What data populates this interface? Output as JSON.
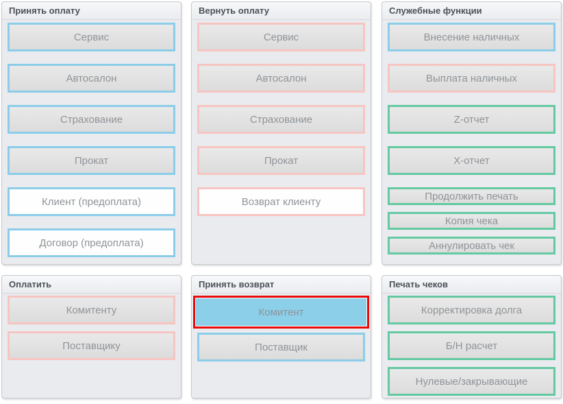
{
  "colors": {
    "blue_border": "#8bcde8",
    "pink_border": "#f7c5c1",
    "green_border": "#63c9a1",
    "red_highlight": "#ea0a0a",
    "blue_fill": "#8bcfe9",
    "panel_bg": "#e9ebee",
    "button_text": "#8f9397",
    "header_text": "#4b5157"
  },
  "panels": [
    {
      "id": "accept-payment",
      "title": "Принять оплату",
      "buttons": [
        {
          "label": "Сервис",
          "border": "blue",
          "bg": "gray",
          "size": "tall"
        },
        {
          "label": "Автосалон",
          "border": "blue",
          "bg": "gray",
          "size": "tall"
        },
        {
          "label": "Страхование",
          "border": "blue",
          "bg": "gray",
          "size": "tall"
        },
        {
          "label": "Прокат",
          "border": "blue",
          "bg": "gray",
          "size": "tall"
        },
        {
          "label": "Клиент (предоплата)",
          "border": "blue",
          "bg": "white",
          "size": "tall"
        },
        {
          "label": "Договор (предоплата)",
          "border": "blue",
          "bg": "white",
          "size": "tall"
        }
      ]
    },
    {
      "id": "return-payment",
      "title": "Вернуть оплату",
      "buttons": [
        {
          "label": "Сервис",
          "border": "pink",
          "bg": "gray",
          "size": "tall"
        },
        {
          "label": "Автосалон",
          "border": "pink",
          "bg": "gray",
          "size": "tall"
        },
        {
          "label": "Страхование",
          "border": "pink",
          "bg": "gray",
          "size": "tall"
        },
        {
          "label": "Прокат",
          "border": "pink",
          "bg": "gray",
          "size": "tall"
        },
        {
          "label": "Возврат клиенту",
          "border": "pink",
          "bg": "white",
          "size": "tall"
        }
      ]
    },
    {
      "id": "service-functions",
      "title": "Служебные функции",
      "buttons": [
        {
          "label": "Внесение наличных",
          "border": "blue",
          "bg": "gray",
          "size": "tall"
        },
        {
          "label": "Выплата наличных",
          "border": "pink",
          "bg": "gray",
          "size": "tall"
        },
        {
          "label": "Z-отчет",
          "border": "green",
          "bg": "gray",
          "size": "tall"
        },
        {
          "label": "X-отчет",
          "border": "green",
          "bg": "gray",
          "size": "tall"
        },
        {
          "label": "Продолжить печать",
          "border": "green",
          "bg": "gray",
          "size": "short"
        },
        {
          "label": "Копия чека",
          "border": "green",
          "bg": "gray",
          "size": "short"
        },
        {
          "label": "Аннулировать чек",
          "border": "green",
          "bg": "gray",
          "size": "short"
        }
      ]
    },
    {
      "id": "pay",
      "title": "Оплатить",
      "buttons": [
        {
          "label": "Комитенту",
          "border": "pink",
          "bg": "gray",
          "size": "tall"
        },
        {
          "label": "Поставщику",
          "border": "pink",
          "bg": "gray",
          "size": "tall"
        }
      ]
    },
    {
      "id": "accept-return",
      "title": "Принять возврат",
      "buttons": [
        {
          "label": "Комитент",
          "border": "red-highlight",
          "bg": "blue",
          "size": "tall",
          "highlighted": true
        },
        {
          "label": "Поставщик",
          "border": "blue",
          "bg": "gray",
          "size": "tall"
        }
      ]
    },
    {
      "id": "print-receipts",
      "title": "Печать чеков",
      "buttons": [
        {
          "label": "Корректировка долга",
          "border": "green",
          "bg": "gray",
          "size": "tall"
        },
        {
          "label": "Б/Н расчет",
          "border": "green",
          "bg": "gray",
          "size": "tall"
        },
        {
          "label": "Нулевые/закрывающие",
          "border": "green",
          "bg": "gray",
          "size": "tall"
        }
      ]
    }
  ]
}
